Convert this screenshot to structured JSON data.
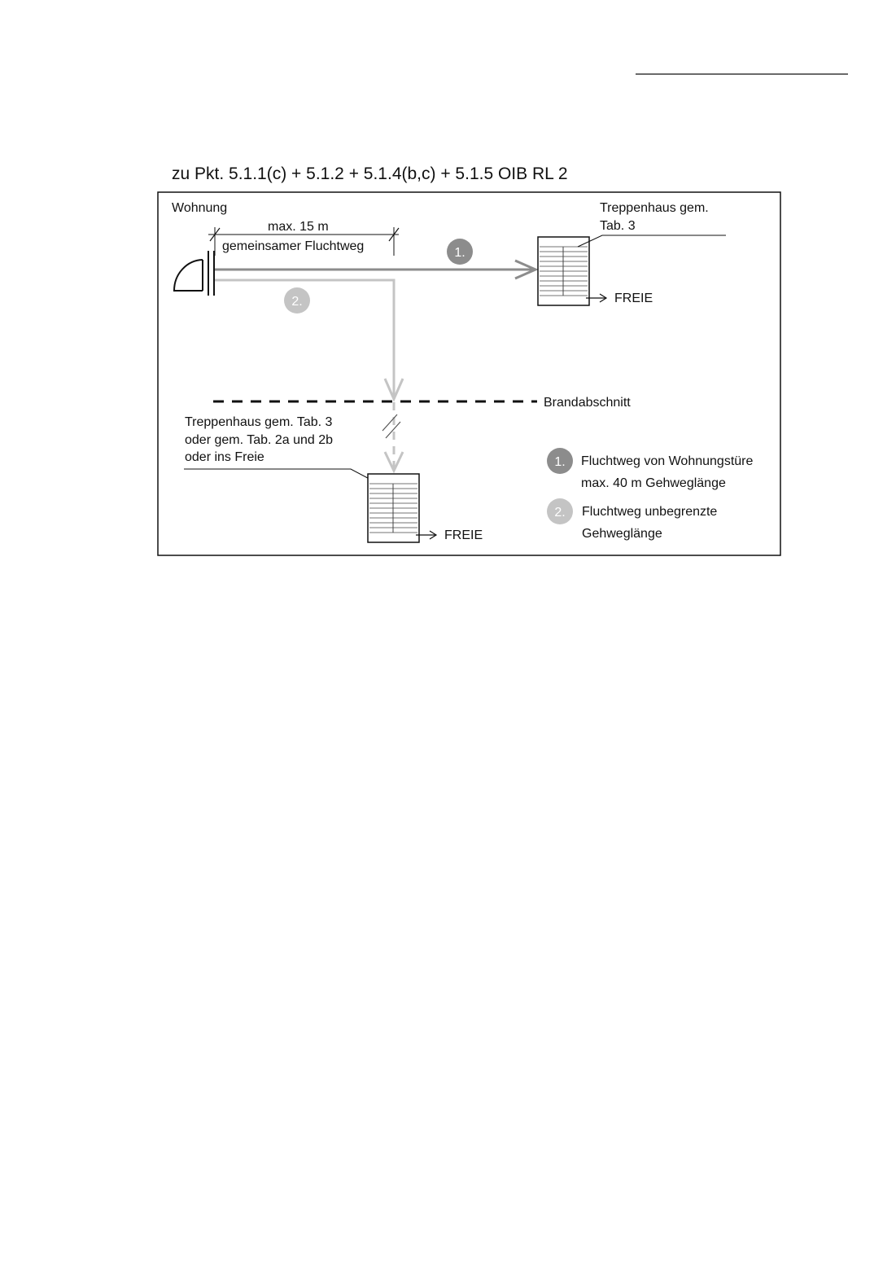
{
  "heading": "zu Pkt. 5.1.1(c) + 5.1.2 + 5.1.4(b,c) + 5.1.5 OIB RL 2",
  "labels": {
    "apartment": "Wohnung",
    "max_distance": "max. 15 m",
    "shared_route": "gemeinsamer Fluchtweg",
    "stairwell_top_line1": "Treppenhaus gem.",
    "stairwell_top_line2": "Tab. 3",
    "exit_top": "FREIE",
    "fire_section": "Brandabschnitt",
    "stairwell_bottom_line1": "Treppenhaus gem. Tab. 3",
    "stairwell_bottom_line2": "oder gem. Tab. 2a und 2b",
    "stairwell_bottom_line3": "oder ins Freie",
    "exit_bottom": "FREIE",
    "route1_marker": "1.",
    "route2_marker": "2."
  },
  "legend": [
    {
      "marker": "1.",
      "line1": "Fluchtweg von Wohnungstüre",
      "line2": "max. 40 m Gehweglänge",
      "color": "#8c8c8c"
    },
    {
      "marker": "2.",
      "line1": "Fluchtweg unbegrenzte",
      "line2": "Gehweglänge",
      "color": "#c4c4c4"
    }
  ],
  "colors": {
    "route1": "#8c8c8c",
    "route2": "#c4c4c4",
    "ink": "#111111"
  }
}
